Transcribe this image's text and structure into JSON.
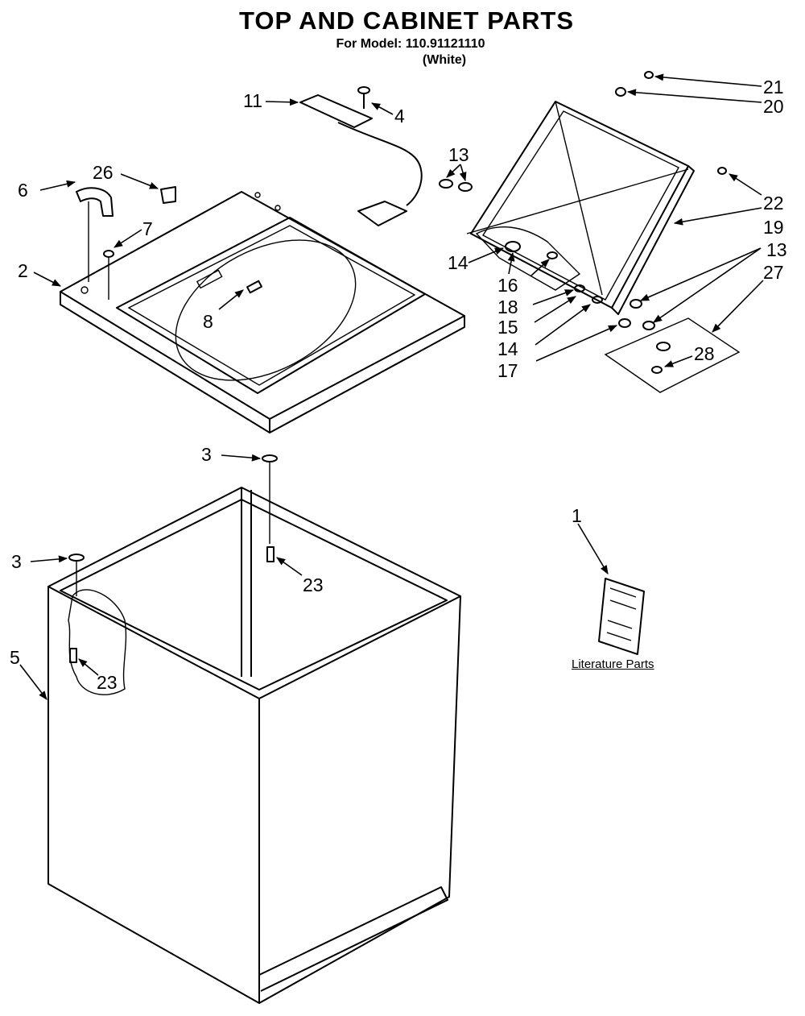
{
  "title": "TOP AND CABINET PARTS",
  "model_line": "For Model: 110.91121110",
  "color_line": "(White)",
  "literature_label": "Literature Parts",
  "callouts": [
    {
      "id": "c11",
      "label": "11"
    },
    {
      "id": "c4",
      "label": "4"
    },
    {
      "id": "c26",
      "label": "26"
    },
    {
      "id": "c6",
      "label": "6"
    },
    {
      "id": "c7",
      "label": "7"
    },
    {
      "id": "c2",
      "label": "2"
    },
    {
      "id": "c8",
      "label": "8"
    },
    {
      "id": "c13a",
      "label": "13"
    },
    {
      "id": "c21",
      "label": "21"
    },
    {
      "id": "c20",
      "label": "20"
    },
    {
      "id": "c22",
      "label": "22"
    },
    {
      "id": "c19",
      "label": "19"
    },
    {
      "id": "c13b",
      "label": "13"
    },
    {
      "id": "c27",
      "label": "27"
    },
    {
      "id": "c14a",
      "label": "14"
    },
    {
      "id": "c16",
      "label": "16"
    },
    {
      "id": "c18",
      "label": "18"
    },
    {
      "id": "c15",
      "label": "15"
    },
    {
      "id": "c14b",
      "label": "14"
    },
    {
      "id": "c17",
      "label": "17"
    },
    {
      "id": "c28",
      "label": "28"
    },
    {
      "id": "c3a",
      "label": "3"
    },
    {
      "id": "c23a",
      "label": "23"
    },
    {
      "id": "c3b",
      "label": "3"
    },
    {
      "id": "c5",
      "label": "5"
    },
    {
      "id": "c23b",
      "label": "23"
    },
    {
      "id": "c1",
      "label": "1"
    }
  ]
}
